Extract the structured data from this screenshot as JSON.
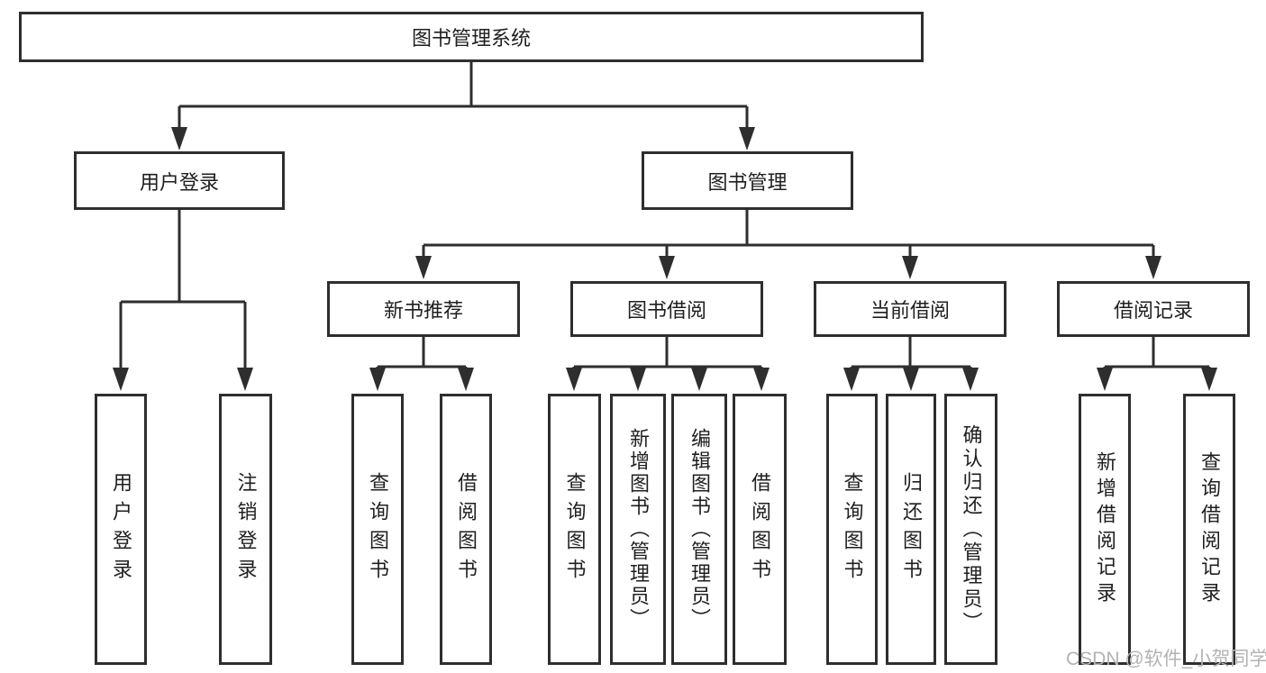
{
  "tree": {
    "root": "图书管理系统",
    "branches": [
      {
        "label": "用户登录",
        "leaves": [
          "用户登录",
          "注销登录"
        ]
      },
      {
        "label": "图书管理",
        "groups": [
          {
            "label": "新书推荐",
            "leaves": [
              "查询图书",
              "借阅图书"
            ]
          },
          {
            "label": "图书借阅",
            "leaves": [
              "查询图书",
              "新增图书（管理员）",
              "编辑图书（管理员）",
              "借阅图书"
            ]
          },
          {
            "label": "当前借阅",
            "leaves": [
              "查询图书",
              "归还图书",
              "确认归还（管理员）"
            ]
          },
          {
            "label": "借阅记录",
            "leaves": [
              "新增借阅记录",
              "查询借阅记录"
            ]
          }
        ]
      }
    ]
  },
  "watermark": "CSDN @软件_小贺同学",
  "colors": {
    "line": "#2e2e2e",
    "text": "#1f1f1f",
    "watermark": "#b3b3b3",
    "background": "#ffffff"
  }
}
